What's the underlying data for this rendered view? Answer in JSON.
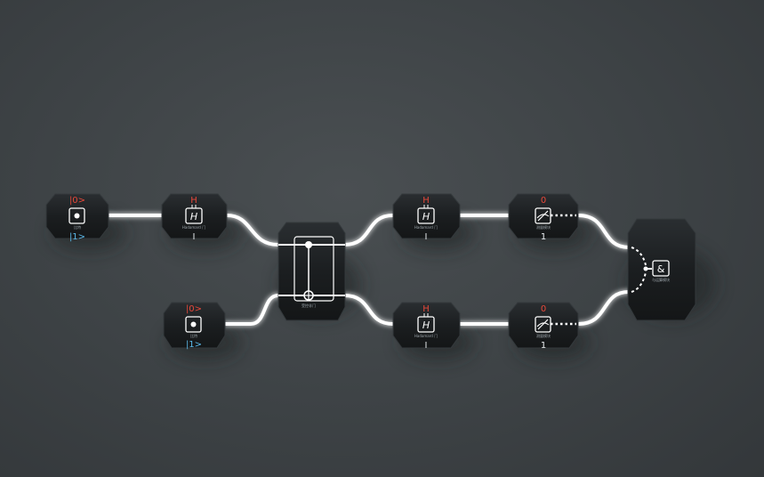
{
  "modules": {
    "qubit1": {
      "top": "|0>",
      "bottom": "|1>",
      "caption": "比特",
      "icon": "qubit-source-icon"
    },
    "qubit2": {
      "top": "|0>",
      "bottom": "|1>",
      "caption": "比特",
      "icon": "qubit-source-icon"
    },
    "h1": {
      "top": "H",
      "bottom": "I",
      "caption": "Hadamard 门",
      "glyph": "H",
      "icon": "hadamard-gate-icon"
    },
    "cnot": {
      "caption": "受控非门",
      "icon": "cnot-gate-icon"
    },
    "h2": {
      "top": "H",
      "bottom": "I",
      "caption": "Hadamard 门",
      "glyph": "H",
      "icon": "hadamard-gate-icon"
    },
    "h3": {
      "top": "H",
      "bottom": "I",
      "caption": "Hadamard 门",
      "glyph": "H",
      "icon": "hadamard-gate-icon"
    },
    "m1": {
      "top": "0",
      "bottom": "1",
      "caption": "测量模块",
      "icon": "measurement-meter-icon"
    },
    "m2": {
      "top": "0",
      "bottom": "1",
      "caption": "测量模块",
      "icon": "measurement-meter-icon"
    },
    "and": {
      "glyph": "&",
      "caption": "与运算模块",
      "icon": "and-logic-icon"
    }
  },
  "colors": {
    "background": "#3d4245",
    "module": "#1c1f22",
    "wire": "#ffffff",
    "label_red": "#e8483a",
    "label_blue": "#5ab8e8"
  }
}
